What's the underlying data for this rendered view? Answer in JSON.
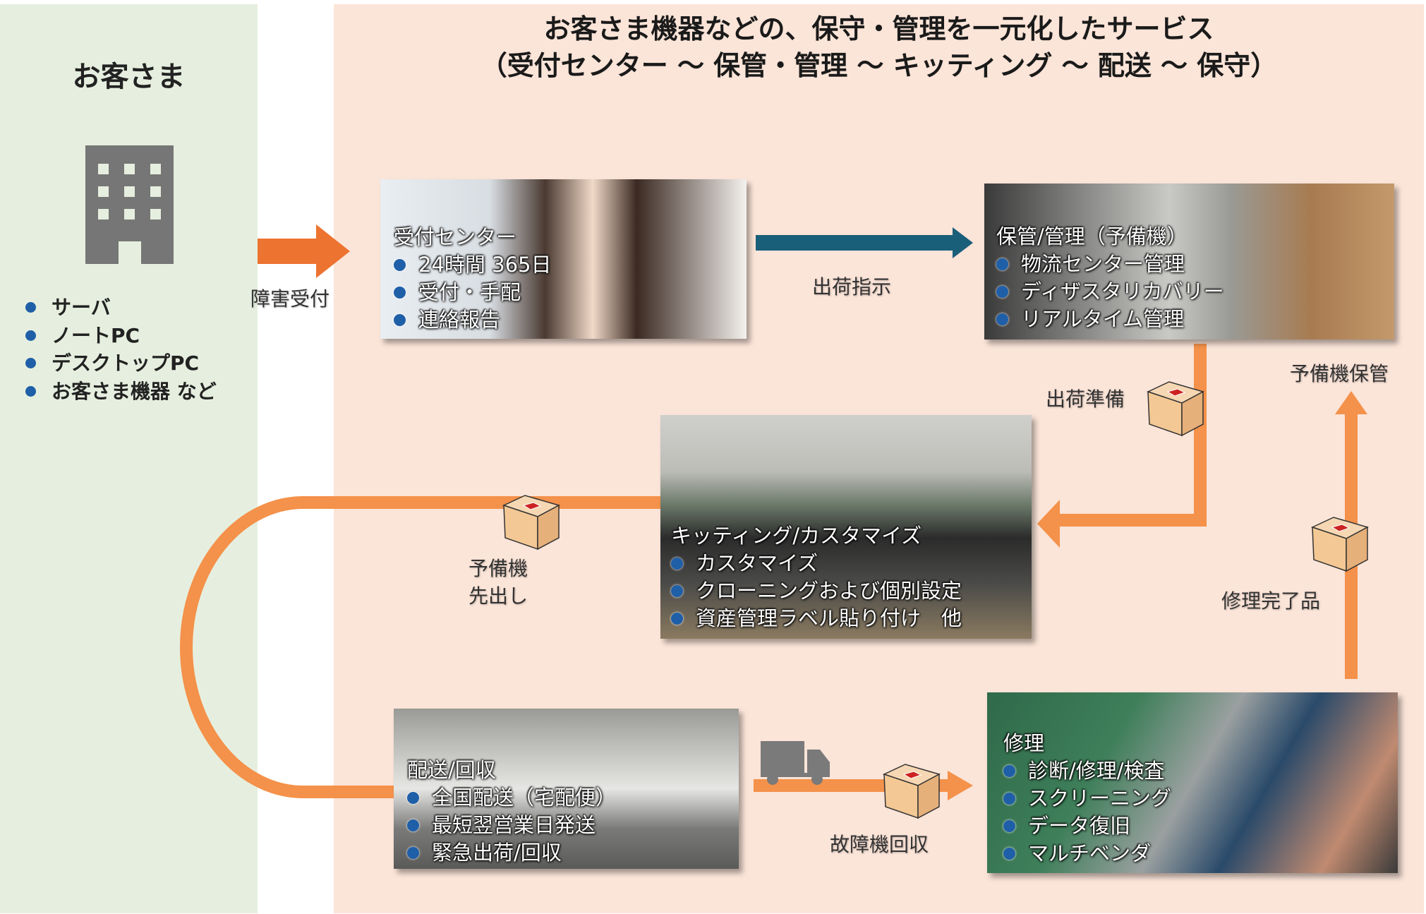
{
  "header": {
    "title": "お客さま機器などの、保守・管理を一元化したサービス",
    "subtitle": "（受付センター 〜 保管・管理 〜 キッティング 〜 配送 〜 保守）"
  },
  "customer": {
    "title": "お客さま",
    "icon": "building-icon",
    "devices": [
      "サーバ",
      "ノートPC",
      "デスクトップPC",
      "お客さま機器 など"
    ]
  },
  "colors": {
    "customer_bg": "#e6efdf",
    "service_bg": "#fbe4d8",
    "arrow_orange": "#ed7331",
    "flow_orange": "#f4914a",
    "arrow_blue": "#1a5f7a",
    "bullet": "#1f5fa8"
  },
  "labels": {
    "incident": "障害受付",
    "ship_order": "出荷指示",
    "ship_prep": "出荷準備",
    "spare_storage": "予備機保管",
    "repaired": "修理完了品",
    "spare_advance_1": "予備機",
    "spare_advance_2": "先出し",
    "faulty_return": "故障機回収"
  },
  "stages": {
    "reception": {
      "title": "受付センター",
      "items": [
        "24時間 365日",
        "受付・手配",
        "連絡報告"
      ]
    },
    "storage": {
      "title": "保管/管理（予備機）",
      "items": [
        "物流センター管理",
        "ディザスタリカバリー",
        "リアルタイム管理"
      ]
    },
    "kitting": {
      "title": "キッティング/カスタマイズ",
      "items": [
        "カスタマイズ",
        "クローニングおよび個別設定",
        "資産管理ラベル貼り付け　他"
      ]
    },
    "delivery": {
      "title": "配送/回収",
      "items": [
        "全国配送（宅配便）",
        "最短翌営業日発送",
        "緊急出荷/回収"
      ]
    },
    "repair": {
      "title": "修理",
      "items": [
        "診断/修理/検査",
        "スクリーニング",
        "データ復旧",
        "マルチベンダ"
      ]
    }
  }
}
